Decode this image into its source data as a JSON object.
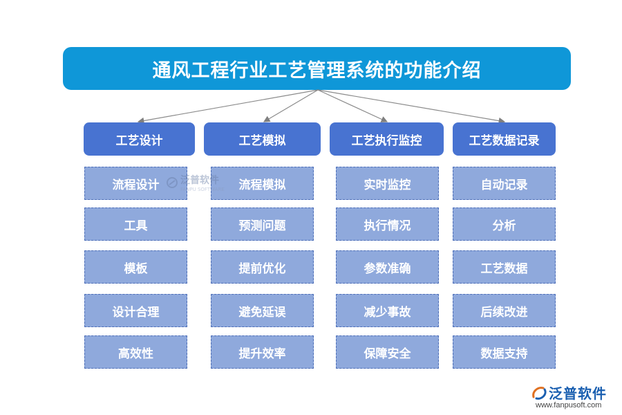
{
  "title": "通风工程行业工艺管理系统的功能介绍",
  "columns": [
    {
      "label": "工艺设计",
      "items": [
        "流程设计",
        "工具",
        "模板",
        "设计合理",
        "高效性"
      ]
    },
    {
      "label": "工艺模拟",
      "items": [
        "流程模拟",
        "预测问题",
        "提前优化",
        "避免延误",
        "提升效率"
      ]
    },
    {
      "label": "工艺执行监控",
      "items": [
        "实时监控",
        "执行情况",
        "参数准确",
        "减少事故",
        "保障安全"
      ]
    },
    {
      "label": "工艺数据记录",
      "items": [
        "自动记录",
        "分析",
        "工艺数据",
        "后续改进",
        "数据支持"
      ]
    }
  ],
  "watermark": {
    "text": "泛普软件",
    "sub": "FANPU SOFTWARE"
  },
  "brand": {
    "name": "泛普软件",
    "url": "www.fanpusoft.com"
  },
  "colors": {
    "title": "#0f97d8",
    "category": "#4873d1",
    "item": "#8fa9dc"
  }
}
